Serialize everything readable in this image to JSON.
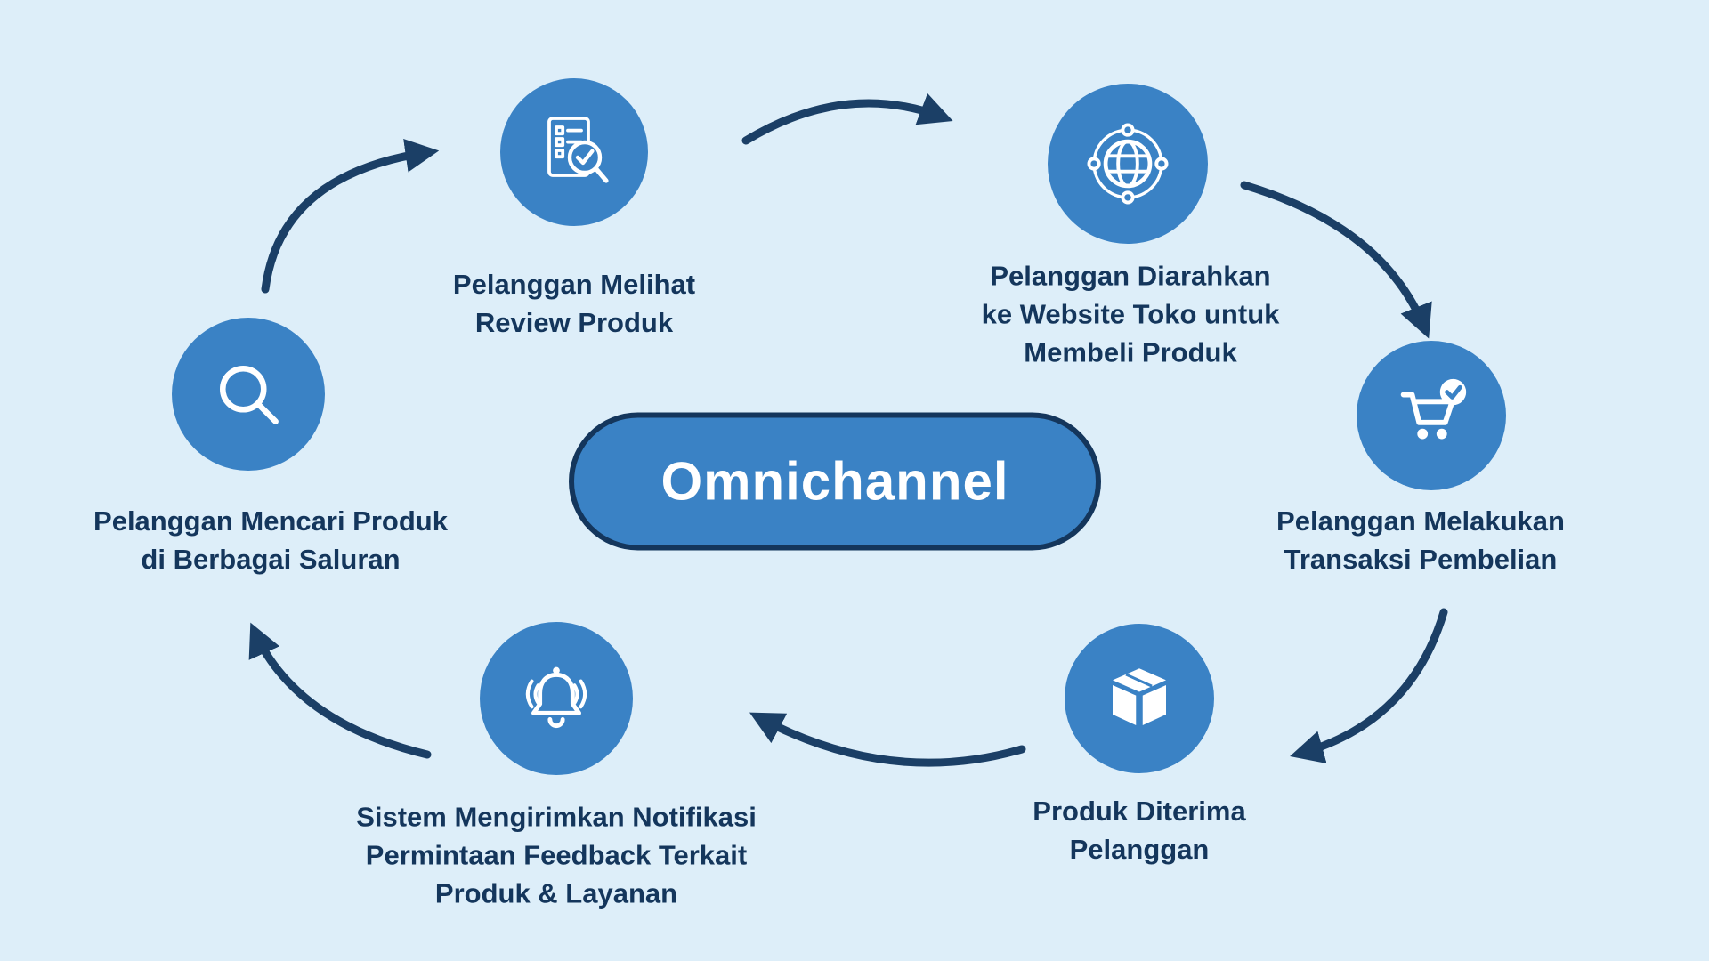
{
  "diagram": {
    "center_label": "Omnichannel",
    "steps": [
      {
        "name": "search",
        "icon": "search-icon",
        "lines": [
          "Pelanggan Mencari Produk",
          "di Berbagai Saluran"
        ]
      },
      {
        "name": "review",
        "icon": "review-checklist-icon",
        "lines": [
          "Pelanggan Melihat",
          "Review Produk"
        ]
      },
      {
        "name": "website",
        "icon": "globe-icon",
        "lines": [
          "Pelanggan Diarahkan",
          "ke Website Toko untuk",
          "Membeli Produk"
        ]
      },
      {
        "name": "transaction",
        "icon": "cart-check-icon",
        "lines": [
          "Pelanggan Melakukan",
          "Transaksi Pembelian"
        ]
      },
      {
        "name": "delivery",
        "icon": "package-box-icon",
        "lines": [
          "Produk Diterima",
          "Pelanggan"
        ]
      },
      {
        "name": "feedback",
        "icon": "notification-bell-icon",
        "lines": [
          "Sistem Mengirimkan Notifikasi",
          "Permintaan Feedback Terkait",
          "Produk & Layanan"
        ]
      }
    ],
    "colors": {
      "background": "#ddeef9",
      "node_fill": "#3a82c5",
      "arrow": "#1b3f66",
      "text": "#14365c",
      "center_fill": "#3a82c5",
      "center_border": "#14365c",
      "center_text": "#ffffff"
    }
  }
}
